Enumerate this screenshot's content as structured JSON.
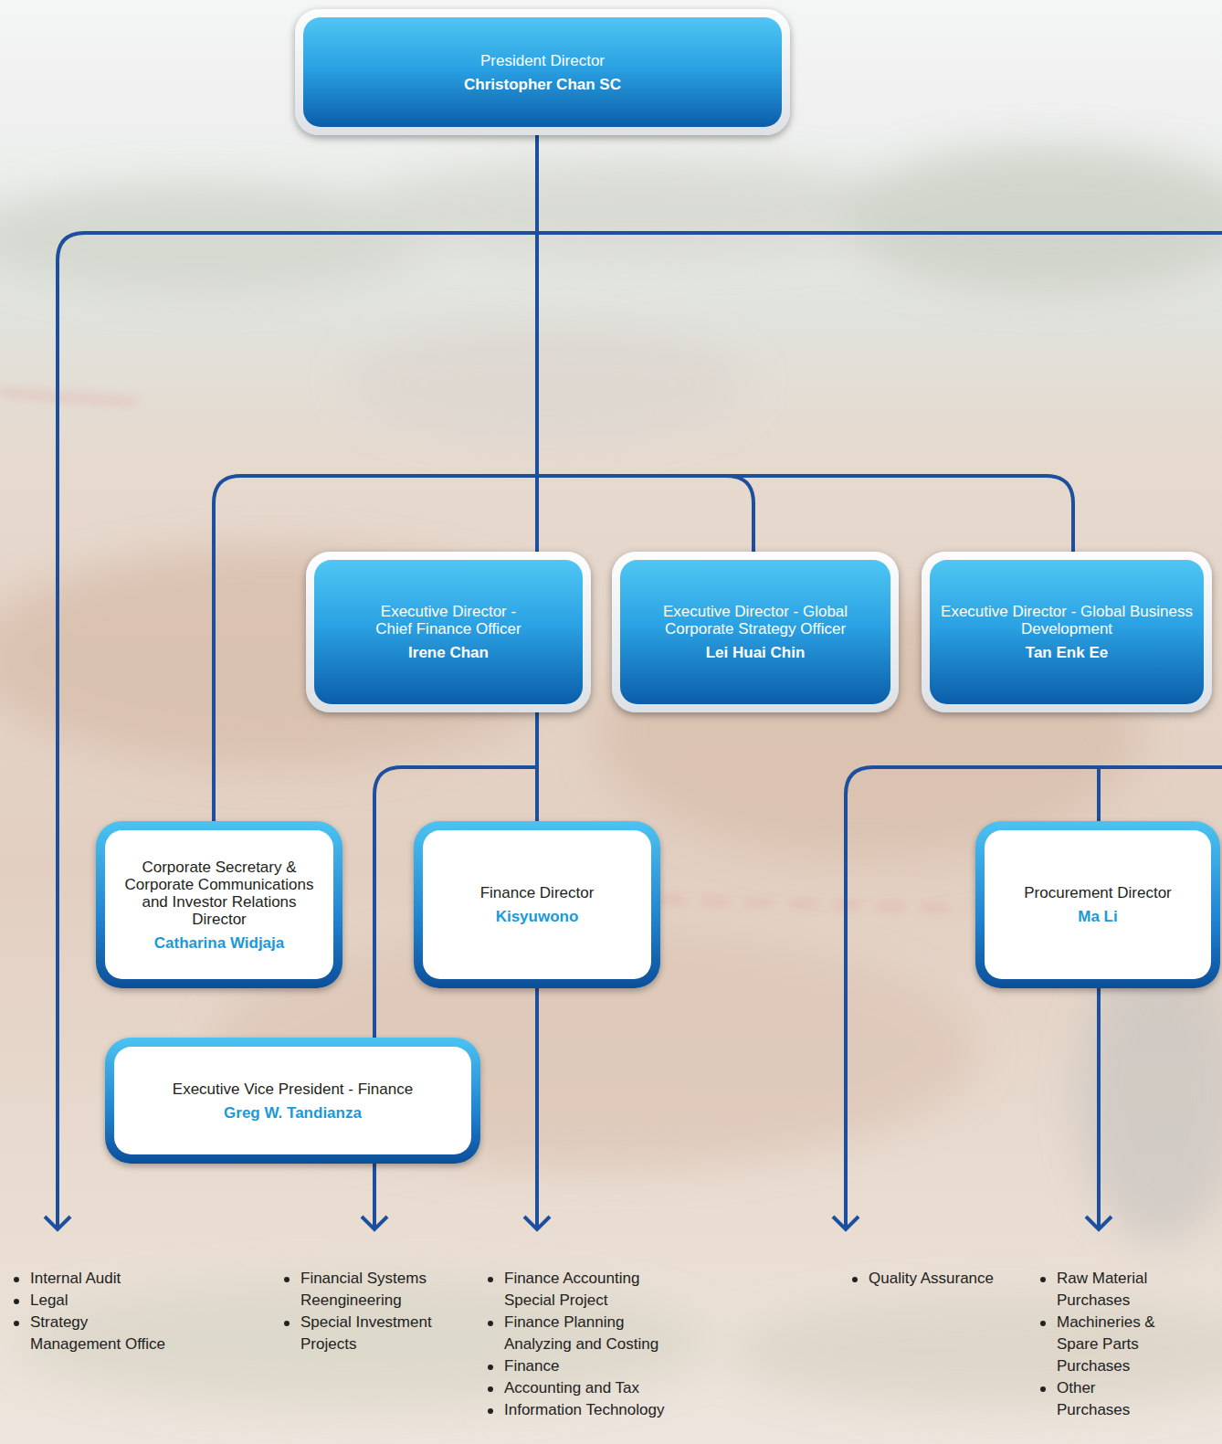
{
  "diagram": {
    "nodes": [
      {
        "text": [
          "President Director",
          "Christopher Chan SC"
        ]
      },
      {
        "text": [
          "Executive Director - Chief Finance Officer",
          "Irene Chan"
        ]
      },
      {
        "text": [
          "Executive Director - Global Corporate Strategy Officer",
          "Lei Huai Chin"
        ]
      },
      {
        "text": [
          "Executive Director - Global Business Development",
          "Tan Enk Ee"
        ]
      },
      {
        "text": [
          "Corporate Secretary & Corporate Communications and Investor Relations Director",
          "Catharina Widjaja"
        ]
      },
      {
        "text": [
          "Finance Director",
          "Kisyuwono"
        ]
      },
      {
        "text": [
          "Procurement Director",
          "Ma Li"
        ]
      },
      {
        "text": [
          "Executive Vice President - Finance",
          "Greg W. Tandianza"
        ]
      }
    ],
    "edges": [
      {
        "from": 0,
        "to": 1,
        "arrow": "none"
      },
      {
        "from": 0,
        "to": 4,
        "arrow": "none"
      },
      {
        "from": 0,
        "to": 2,
        "arrow": "none"
      },
      {
        "from": 0,
        "to": 3,
        "arrow": "none"
      },
      {
        "from": 1,
        "to": 5,
        "arrow": "none"
      },
      {
        "from": 1,
        "to": 7,
        "arrow": "none"
      }
    ],
    "labels": [
      "Internal Audit",
      "Legal",
      "Strategy Management Office",
      "Financial Systems Reengineering",
      "Special Investment Projects",
      "Finance Accounting Special Project",
      "Finance Planning Analyzing and Costing",
      "Finance",
      "Accounting and Tax",
      "Information Technology",
      "Quality Assurance",
      "Raw Material Purchases",
      "Machineries & Spare Parts Purchases",
      "Other Purchases"
    ]
  }
}
